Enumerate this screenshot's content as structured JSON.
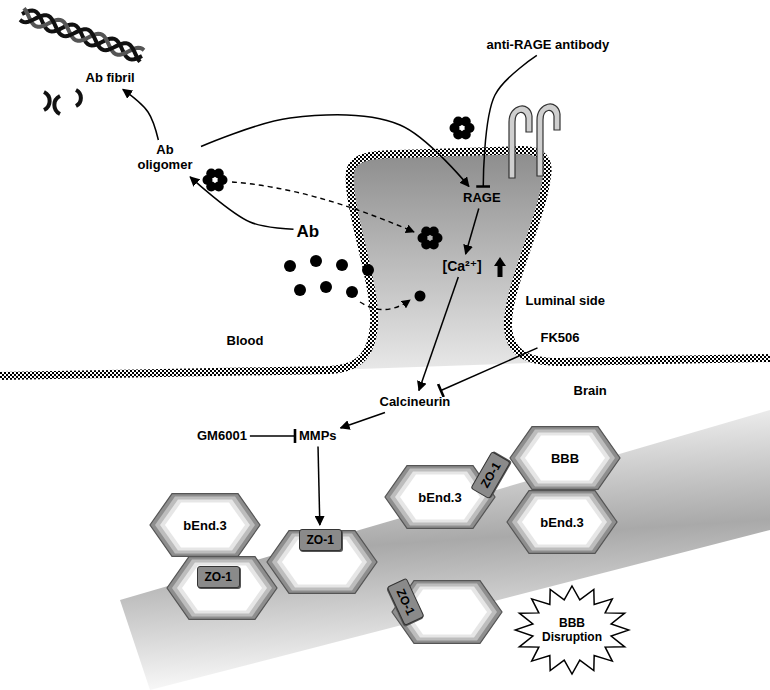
{
  "diagram": {
    "nodes": [
      {
        "text": [
          "Ab fibril"
        ]
      },
      {
        "text": [
          "anti-RAGE antibody"
        ]
      },
      {
        "text": [
          "Ab oligomer"
        ]
      },
      {
        "text": [
          "RAGE"
        ]
      },
      {
        "text": [
          "Ab"
        ]
      },
      {
        "text": [
          "[Ca²⁺]"
        ]
      },
      {
        "text": [
          "FK506"
        ]
      },
      {
        "text": [
          "Calcineurin"
        ]
      },
      {
        "text": [
          "GM6001"
        ]
      },
      {
        "text": [
          "MMPs"
        ]
      },
      {
        "text": [
          "bEnd.3"
        ]
      },
      {
        "text": [
          "ZO-1"
        ]
      },
      {
        "text": [
          "ZO-1"
        ]
      },
      {
        "text": [
          "bEnd.3"
        ]
      },
      {
        "text": [
          "ZO-1"
        ]
      },
      {
        "text": [
          "BBB"
        ]
      },
      {
        "text": [
          "bEnd.3"
        ]
      },
      {
        "text": [
          "ZO-1"
        ]
      },
      {
        "text": [
          "BBB Disruption"
        ]
      }
    ],
    "edges": [
      {
        "from": 4,
        "to": 2,
        "arrow": "to"
      },
      {
        "from": 2,
        "to": 0,
        "arrow": "to"
      },
      {
        "from": 2,
        "to": 3,
        "arrow": "to"
      },
      {
        "from": 1,
        "to": 3,
        "arrow": "to"
      },
      {
        "from": 3,
        "to": 5,
        "arrow": "to"
      },
      {
        "from": 5,
        "to": 7,
        "arrow": "to"
      },
      {
        "from": 6,
        "to": 7,
        "arrow": "to"
      },
      {
        "from": 7,
        "to": 9,
        "arrow": "to"
      },
      {
        "from": 8,
        "to": 9,
        "arrow": "to"
      },
      {
        "from": 9,
        "to": 12,
        "arrow": "to"
      }
    ],
    "labels": [
      "Blood",
      "Luminal side",
      "Brain"
    ]
  }
}
